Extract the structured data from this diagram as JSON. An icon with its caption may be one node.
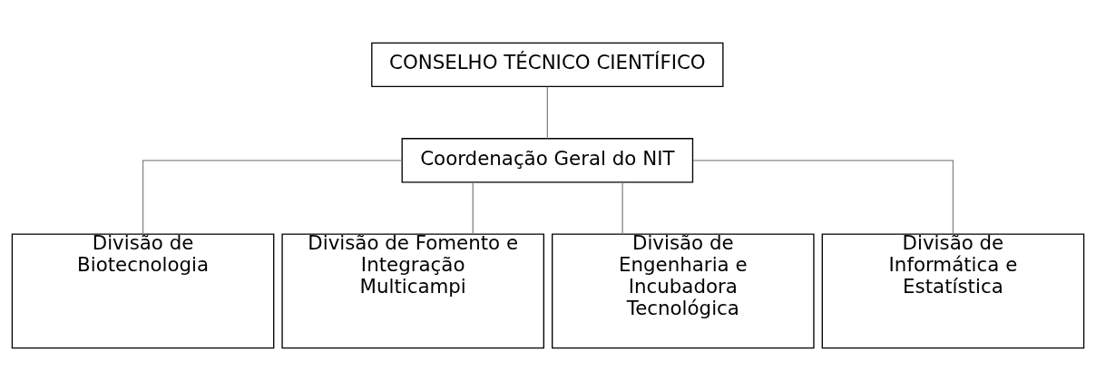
{
  "diagram": {
    "nodes": [
      {
        "text": [
          "CONSELHO TÉCNICO CIENTÍFICO"
        ]
      },
      {
        "text": [
          "Coordenação Geral do NIT"
        ]
      },
      {
        "text": [
          "Divisão de Biotecnologia"
        ]
      },
      {
        "text": [
          "Divisão de Fomento e Integração Multicampi"
        ]
      },
      {
        "text": [
          "Divisão de Engenharia e Incubadora Tecnológica"
        ]
      },
      {
        "text": [
          "Divisão de Informática e Estatística"
        ]
      }
    ],
    "edges": [
      {
        "from": 0,
        "to": 1,
        "arrow": "none"
      },
      {
        "from": 1,
        "to": 2,
        "arrow": "none"
      },
      {
        "from": 1,
        "to": 3,
        "arrow": "none"
      },
      {
        "from": 1,
        "to": 4,
        "arrow": "none"
      },
      {
        "from": 1,
        "to": 5,
        "arrow": "none"
      }
    ]
  }
}
